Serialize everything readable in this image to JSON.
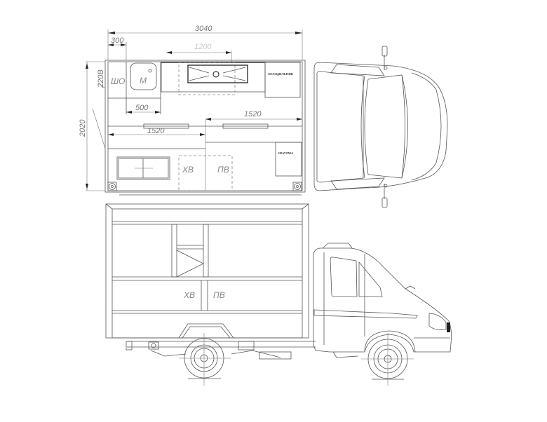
{
  "drawing": {
    "type": "technical-drawing",
    "subject": "Food truck layout (shawarma kiosk on light truck chassis)",
    "line_color": "#555555",
    "dimension_color": "#777777"
  },
  "plan_view": {
    "dimensions": {
      "overall_length": "3040",
      "overall_width": "2020",
      "left_offset": "300",
      "outlet_offset": "220В",
      "sink_width": "500",
      "counter_left": "1520",
      "counter_right": "1520",
      "center_faint": "1200"
    },
    "labels": {
      "cabinet": "ШО",
      "sink": "М",
      "fridge": "ХОЛОДИЛЬНИК",
      "shawarma": "ШАУРМА",
      "cold_water": "ХВ",
      "service_water": "ПВ"
    }
  },
  "side_view": {
    "labels": {
      "cold_water": "ХВ",
      "service_water": "ПВ"
    }
  }
}
